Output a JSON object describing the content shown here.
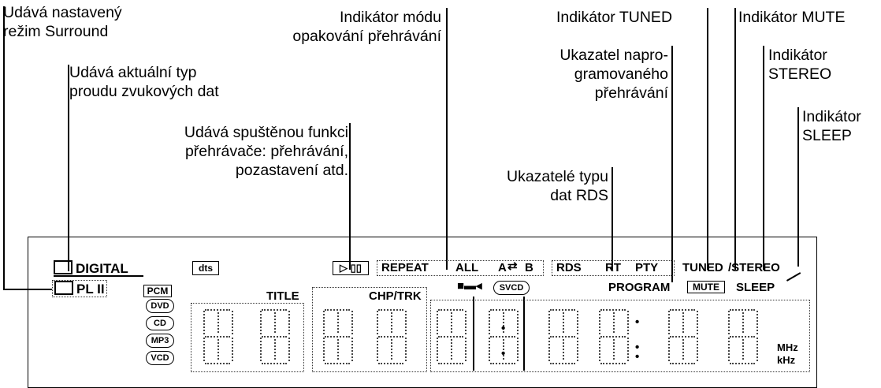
{
  "labels": {
    "surround": [
      "Udává nastavený",
      "režim Surround"
    ],
    "stream": [
      "Udává aktuální typ",
      "proudu zvukových dat"
    ],
    "playfunc": [
      "Udává spuštěnou funkci",
      "přehrávače: přehrávání,",
      "pozastavení atd."
    ],
    "repeat": [
      "Indikátor módu",
      "opakování přehrávání"
    ],
    "tuned": "Indikátor TUNED",
    "mute": "Indikátor MUTE",
    "program": [
      "Ukazatel napro-",
      "gramovaného",
      "přehrávání"
    ],
    "stereo": [
      "Indikátor",
      "STEREO"
    ],
    "sleep": [
      "Indikátor",
      "SLEEP"
    ],
    "rds": [
      "Ukazatelé typu",
      "dat RDS"
    ]
  },
  "display": {
    "digital": "DIGITAL",
    "pl": "PL II",
    "dts": "dts",
    "pcm": "PCM",
    "dvd": "DVD",
    "cd": "CD",
    "mp3": "MP3",
    "vcd": "VCD",
    "svcd": "SVCD",
    "title": "TITLE",
    "chp": "CHP/TRK",
    "repeat": "REPEAT",
    "all": "ALL",
    "ab_a": "A",
    "ab_b": "B",
    "rds": "RDS",
    "rt": "RT",
    "pty": "PTY",
    "tuned": "TUNED",
    "stereo": "STEREO",
    "program": "PROGRAM",
    "mute": "MUTE",
    "sleep": "SLEEP",
    "mhz": "MHz",
    "khz": "kHz"
  }
}
